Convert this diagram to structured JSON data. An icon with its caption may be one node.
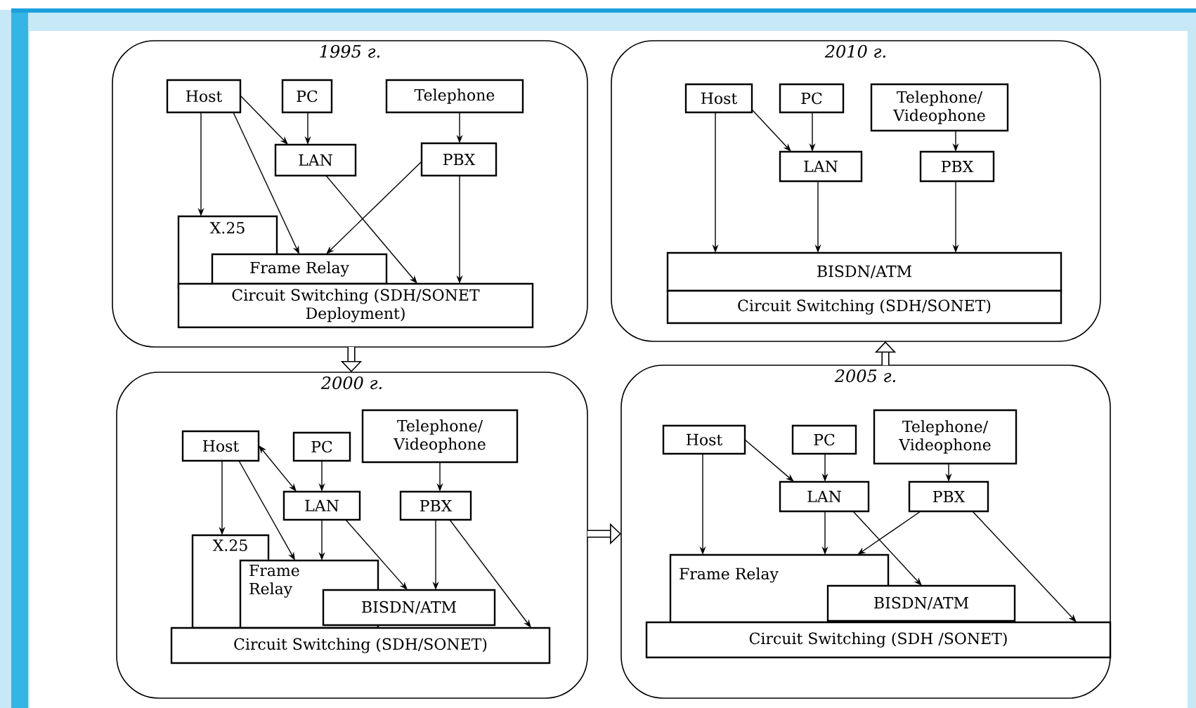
{
  "diagram": {
    "nodes": [
      {
        "text": [
          "1995 г."
        ]
      },
      {
        "text": [
          "Host"
        ],
        "in": 0
      },
      {
        "text": [
          "PC"
        ],
        "in": 0
      },
      {
        "text": [
          "Telephone"
        ],
        "in": 0
      },
      {
        "text": [
          "LAN"
        ],
        "in": 0
      },
      {
        "text": [
          "PBX"
        ],
        "in": 0
      },
      {
        "text": [
          "X.25"
        ],
        "in": 0
      },
      {
        "text": [
          "Frame Relay"
        ],
        "in": 0
      },
      {
        "text": [
          "Circuit Switching (SDH/SONET Deployment)"
        ],
        "in": 0
      },
      {
        "text": [
          "2010 г."
        ]
      },
      {
        "text": [
          "Host"
        ],
        "in": 9
      },
      {
        "text": [
          "PC"
        ],
        "in": 9
      },
      {
        "text": [
          "Telephone/ Videophone"
        ],
        "in": 9
      },
      {
        "text": [
          "LAN"
        ],
        "in": 9
      },
      {
        "text": [
          "PBX"
        ],
        "in": 9
      },
      {
        "text": [
          "BISDN/ATM"
        ],
        "in": 9
      },
      {
        "text": [
          "Circuit Switching (SDH/SONET)"
        ],
        "in": 9
      },
      {
        "text": [
          "2000 г."
        ]
      },
      {
        "text": [
          "Host"
        ],
        "in": 17
      },
      {
        "text": [
          "PC"
        ],
        "in": 17
      },
      {
        "text": [
          "Telephone/ Videophone"
        ],
        "in": 17
      },
      {
        "text": [
          "LAN"
        ],
        "in": 17
      },
      {
        "text": [
          "PBX"
        ],
        "in": 17
      },
      {
        "text": [
          "X.25"
        ],
        "in": 17
      },
      {
        "text": [
          "Frame Relay"
        ],
        "in": 17
      },
      {
        "text": [
          "BISDN/ATM"
        ],
        "in": 17
      },
      {
        "text": [
          "Circuit Switching (SDH/SONET)"
        ],
        "in": 17
      },
      {
        "text": [
          "2005 г."
        ]
      },
      {
        "text": [
          "Host"
        ],
        "in": 27
      },
      {
        "text": [
          "PC"
        ],
        "in": 27
      },
      {
        "text": [
          "Telephone/ Videophone"
        ],
        "in": 27
      },
      {
        "text": [
          "LAN"
        ],
        "in": 27
      },
      {
        "text": [
          "PBX"
        ],
        "in": 27
      },
      {
        "text": [
          "Frame Relay"
        ],
        "in": 27
      },
      {
        "text": [
          "BISDN/ATM"
        ],
        "in": 27
      },
      {
        "text": [
          "Circuit Switching (SDH /SONET)"
        ],
        "in": 27
      }
    ],
    "edges": [
      {
        "from": 1,
        "to": 6,
        "arrow": "to"
      },
      {
        "from": 1,
        "to": 4,
        "arrow": "to"
      },
      {
        "from": 1,
        "to": 7,
        "arrow": "to"
      },
      {
        "from": 2,
        "to": 4,
        "arrow": "to"
      },
      {
        "from": 3,
        "to": 5,
        "arrow": "to"
      },
      {
        "from": 5,
        "to": 7,
        "arrow": "to"
      },
      {
        "from": 4,
        "to": 8,
        "arrow": "to"
      },
      {
        "from": 5,
        "to": 8,
        "arrow": "to"
      },
      {
        "from": 10,
        "to": 15,
        "arrow": "to"
      },
      {
        "from": 10,
        "to": 13,
        "arrow": "to"
      },
      {
        "from": 11,
        "to": 13,
        "arrow": "to"
      },
      {
        "from": 12,
        "to": 14,
        "arrow": "to"
      },
      {
        "from": 13,
        "to": 15,
        "arrow": "to"
      },
      {
        "from": 14,
        "to": 15,
        "arrow": "to"
      },
      {
        "from": 18,
        "to": 23,
        "arrow": "to"
      },
      {
        "from": 18,
        "to": 21,
        "arrow": "both"
      },
      {
        "from": 18,
        "to": 24,
        "arrow": "to"
      },
      {
        "from": 19,
        "to": 21,
        "arrow": "to"
      },
      {
        "from": 20,
        "to": 22,
        "arrow": "to"
      },
      {
        "from": 21,
        "to": 24,
        "arrow": "to"
      },
      {
        "from": 21,
        "to": 25,
        "arrow": "to"
      },
      {
        "from": 22,
        "to": 25,
        "arrow": "to"
      },
      {
        "from": 22,
        "to": 26,
        "arrow": "to"
      },
      {
        "from": 28,
        "to": 33,
        "arrow": "to"
      },
      {
        "from": 28,
        "to": 31,
        "arrow": "to"
      },
      {
        "from": 29,
        "to": 31,
        "arrow": "to"
      },
      {
        "from": 30,
        "to": 32,
        "arrow": "to"
      },
      {
        "from": 31,
        "to": 33,
        "arrow": "to"
      },
      {
        "from": 32,
        "to": 33,
        "arrow": "to"
      },
      {
        "from": 31,
        "to": 34,
        "arrow": "to"
      },
      {
        "from": 32,
        "to": 35,
        "arrow": "to"
      },
      {
        "from": 0,
        "to": 17,
        "arrow": "to",
        "style": "thick"
      },
      {
        "from": 17,
        "to": 27,
        "arrow": "to",
        "style": "thick"
      },
      {
        "from": 27,
        "to": 9,
        "arrow": "to",
        "style": "thick"
      }
    ]
  }
}
